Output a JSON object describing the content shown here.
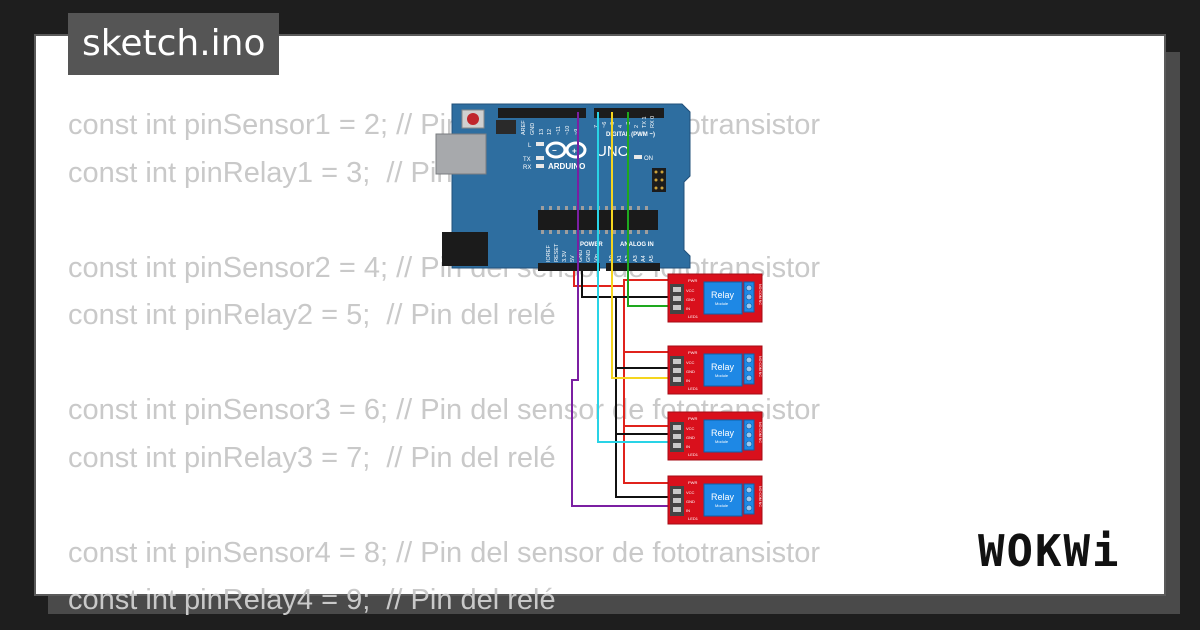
{
  "title": "sketch.ino",
  "code_lines": [
    "const int pinSensor1 = 2; // Pin del sensor de fototransistor",
    "const int pinRelay1 = 3;  // Pin del relé",
    "",
    "const int pinSensor2 = 4; // Pin del sensor de fototransistor",
    "const int pinRelay2 = 5;  // Pin del relé",
    "",
    "const int pinSensor3 = 6; // Pin del sensor de fototransistor",
    "const int pinRelay3 = 7;  // Pin del relé",
    "",
    "const int pinSensor4 = 8; // Pin del sensor de fototransistor",
    "const int pinRelay4 = 9;  // Pin del relé"
  ],
  "arduino": {
    "brand": "ARDUINO",
    "model": "UNO",
    "digital_header": "DIGITAL (PWM ~)",
    "power_header": "POWER",
    "analog_header": "ANALOG IN",
    "led_l": "L",
    "led_tx": "TX",
    "led_rx": "RX",
    "led_on": "ON"
  },
  "relay": {
    "label": "Relay",
    "sublabel": "Module",
    "pins": [
      "VCC",
      "GND",
      "IN"
    ],
    "pwr": "PWR",
    "led": "LED1",
    "terminals": "NO COM NC",
    "count": 4
  },
  "wire_colors": {
    "vcc": "#e0231c",
    "gnd": "#111111",
    "purple": "#7b1fa2",
    "cyan": "#29d3e6",
    "yellow": "#f5d51e",
    "green": "#1ea81e"
  },
  "logo": "WOKWi",
  "colors": {
    "board": "#2e6ea0",
    "relay_board": "#d9101c",
    "relay_box": "#1e88e5",
    "code_text": "#c9c9c9",
    "title_bg": "#555555"
  }
}
